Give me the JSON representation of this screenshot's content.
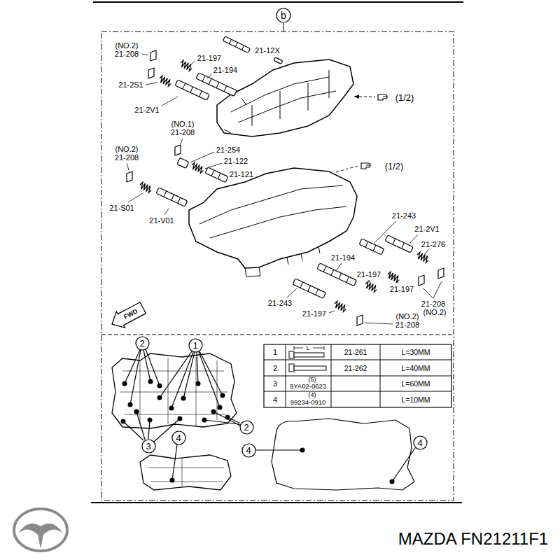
{
  "diagram": {
    "caption": "MAZDA FN21211F1",
    "nodes": [
      {
        "text": [
          "b"
        ]
      },
      {
        "text": [
          "2"
        ]
      },
      {
        "text": [
          "1"
        ]
      },
      {
        "text": [
          "2"
        ]
      },
      {
        "text": [
          "4"
        ]
      },
      {
        "text": [
          "3"
        ]
      },
      {
        "text": [
          "4"
        ]
      },
      {
        "text": [
          "4"
        ]
      }
    ],
    "labels": [
      "(NO.2)",
      "21-208",
      "21-12X",
      "21-197",
      "21-194",
      "21-2S1",
      "21-2V1",
      "(1/2)",
      "(NO.1)",
      "21-208",
      "(NO.2)",
      "21-208",
      "21-254",
      "21-122",
      "21-121",
      "(1/2)",
      "21-S01",
      "21-V01",
      "21-243",
      "21-2V1",
      "21-276",
      "21-194",
      "21-197",
      "21-197",
      "21-208",
      "(NO.2)",
      "21-243",
      "21-197",
      "(NO.2)",
      "21-208",
      "FWD",
      "1",
      "L",
      "21-261",
      "L=30MM",
      "2",
      "21-262",
      "L=40MM",
      "3",
      "(5)",
      "9YA02-0623",
      "L=60MM",
      "4",
      "(4)",
      "99234-0910",
      "L=10MM"
    ]
  }
}
